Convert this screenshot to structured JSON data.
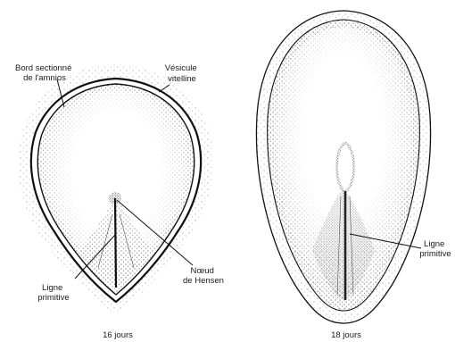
{
  "figure_left": {
    "labels": {
      "cut_edge_line1": "Bord sectionné",
      "cut_edge_line2": "de l'amnios",
      "yolk_sac_line1": "Vésicule",
      "yolk_sac_line2": "vitelline",
      "streak_line1": "Ligne",
      "streak_line2": "primitive",
      "node_line1": "Nœud",
      "node_line2": "de Hensen"
    },
    "caption": "16 jours"
  },
  "figure_right": {
    "labels": {
      "streak_line1": "Ligne",
      "streak_line2": "primitive"
    },
    "caption": "18 jours"
  }
}
